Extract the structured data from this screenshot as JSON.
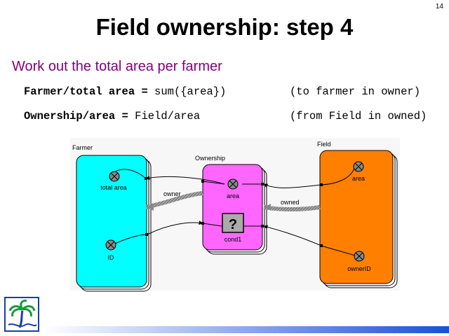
{
  "slide": {
    "number": "14",
    "title": "Field ownership: step 4",
    "subtitle": "Work out the total area per farmer"
  },
  "code": {
    "line1": {
      "bold": "Farmer/total area",
      "eq": " = ",
      "expr": "sum({area})",
      "comment": "(to farmer in owner)"
    },
    "line2": {
      "bold": "Ownership/area",
      "eq": " = ",
      "expr": "Field/area",
      "comment": "(from Field in owned)"
    }
  },
  "diagram": {
    "farmer": {
      "label": "Farmer",
      "color": "#00ffff",
      "variables": [
        "total area",
        "ID"
      ]
    },
    "ownership": {
      "label": "Ownership",
      "color": "#ff66ff",
      "variables": [
        "area",
        "cond1"
      ],
      "cond_symbol": "?"
    },
    "field": {
      "label": "Field",
      "color": "#ff7f00",
      "variables": [
        "area",
        "ownerID"
      ]
    },
    "relations": [
      "owner",
      "owned"
    ]
  },
  "colors": {
    "subtitle": "#800080",
    "footer_gradient_end": "#1a4fd8"
  }
}
